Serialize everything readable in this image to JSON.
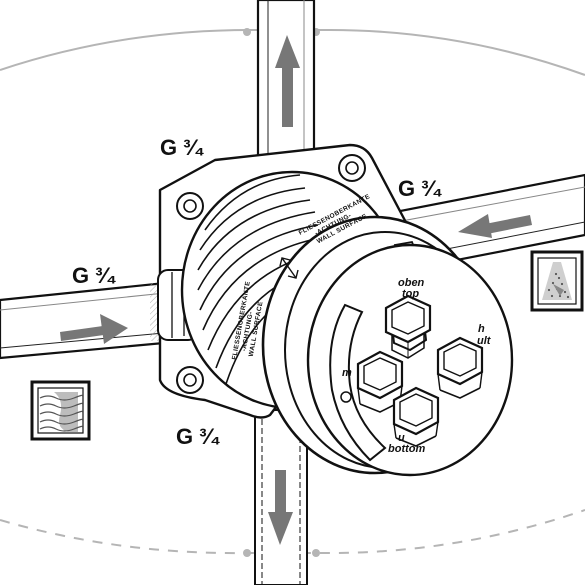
{
  "connections": {
    "top": "G ³⁄₄",
    "right": "G ³⁄₄",
    "left": "G ³⁄₄",
    "bottom": "G ³⁄₄"
  },
  "knob_labels": {
    "top_de": "oben",
    "top_en": "top",
    "right_de": "h",
    "right_en": "ult",
    "left_de": "m",
    "bottom_de": "u",
    "bottom_en": "bottom"
  },
  "body_text": {
    "ring_line1": "FLIESSENOBERKANTE",
    "ring_line2": "-ACHTUNG-",
    "ring_line3": "WALL SURFACE",
    "side_line1": "FLIESSENOBERKANTE",
    "side_line2": "-ACHTUNG-",
    "side_line3": "WALL SURFACE"
  },
  "icons": {
    "left_box": "water-waves-icon",
    "right_box": "shower-spray-icon"
  }
}
